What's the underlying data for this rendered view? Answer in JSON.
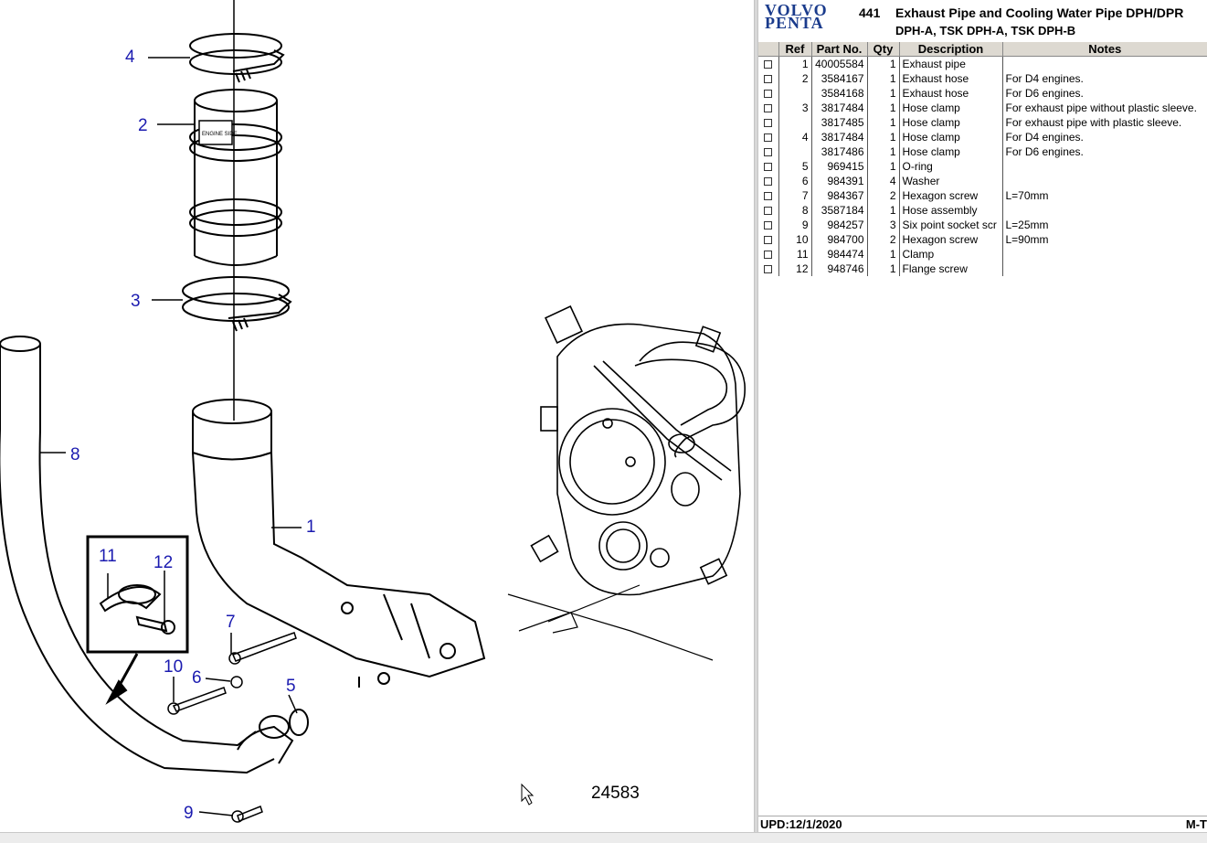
{
  "header": {
    "brand_line1": "VOLVO",
    "brand_line2": "PENTA",
    "section_number": "441",
    "title": "Exhaust Pipe and Cooling Water Pipe DPH/DPR",
    "subtitle": "DPH-A, TSK DPH-A, TSK DPH-B"
  },
  "table": {
    "columns": [
      "Ref",
      "Part No.",
      "Qty",
      "Description",
      "Notes"
    ],
    "rows": [
      {
        "ref": "1",
        "part": "40005584",
        "qty": "1",
        "desc": "Exhaust pipe",
        "notes": ""
      },
      {
        "ref": "2",
        "part": "3584167",
        "qty": "1",
        "desc": "Exhaust hose",
        "notes": "For D4 engines."
      },
      {
        "ref": "",
        "part": "3584168",
        "qty": "1",
        "desc": "Exhaust hose",
        "notes": "For D6 engines."
      },
      {
        "ref": "3",
        "part": "3817484",
        "qty": "1",
        "desc": "Hose clamp",
        "notes": "For exhaust pipe without plastic sleeve."
      },
      {
        "ref": "",
        "part": "3817485",
        "qty": "1",
        "desc": "Hose clamp",
        "notes": "For exhaust pipe with plastic sleeve."
      },
      {
        "ref": "4",
        "part": "3817484",
        "qty": "1",
        "desc": "Hose clamp",
        "notes": "For D4 engines."
      },
      {
        "ref": "",
        "part": "3817486",
        "qty": "1",
        "desc": "Hose clamp",
        "notes": "For D6 engines."
      },
      {
        "ref": "5",
        "part": "969415",
        "qty": "1",
        "desc": "O-ring",
        "notes": ""
      },
      {
        "ref": "6",
        "part": "984391",
        "qty": "4",
        "desc": "Washer",
        "notes": ""
      },
      {
        "ref": "7",
        "part": "984367",
        "qty": "2",
        "desc": "Hexagon screw",
        "notes": "L=70mm"
      },
      {
        "ref": "8",
        "part": "3587184",
        "qty": "1",
        "desc": "Hose assembly",
        "notes": ""
      },
      {
        "ref": "9",
        "part": "984257",
        "qty": "3",
        "desc": "Six point socket scr",
        "notes": "L=25mm"
      },
      {
        "ref": "10",
        "part": "984700",
        "qty": "2",
        "desc": "Hexagon screw",
        "notes": "L=90mm"
      },
      {
        "ref": "11",
        "part": "984474",
        "qty": "1",
        "desc": "Clamp",
        "notes": ""
      },
      {
        "ref": "12",
        "part": "948746",
        "qty": "1",
        "desc": "Flange screw",
        "notes": ""
      }
    ]
  },
  "diagram": {
    "image_number": "24583",
    "hose_label": "ENGINE SIDE",
    "callouts": {
      "c1": "1",
      "c2": "2",
      "c3": "3",
      "c4": "4",
      "c5": "5",
      "c6": "6",
      "c7": "7",
      "c8": "8",
      "c9": "9",
      "c10": "10",
      "c11": "11",
      "c12": "12"
    }
  },
  "footer": {
    "updated": "UPD:12/1/2020",
    "code": "M-T"
  },
  "colors": {
    "callout": "#1b1bb0",
    "brand": "#1a3b8c",
    "header_bg": "#ddd9d1"
  }
}
